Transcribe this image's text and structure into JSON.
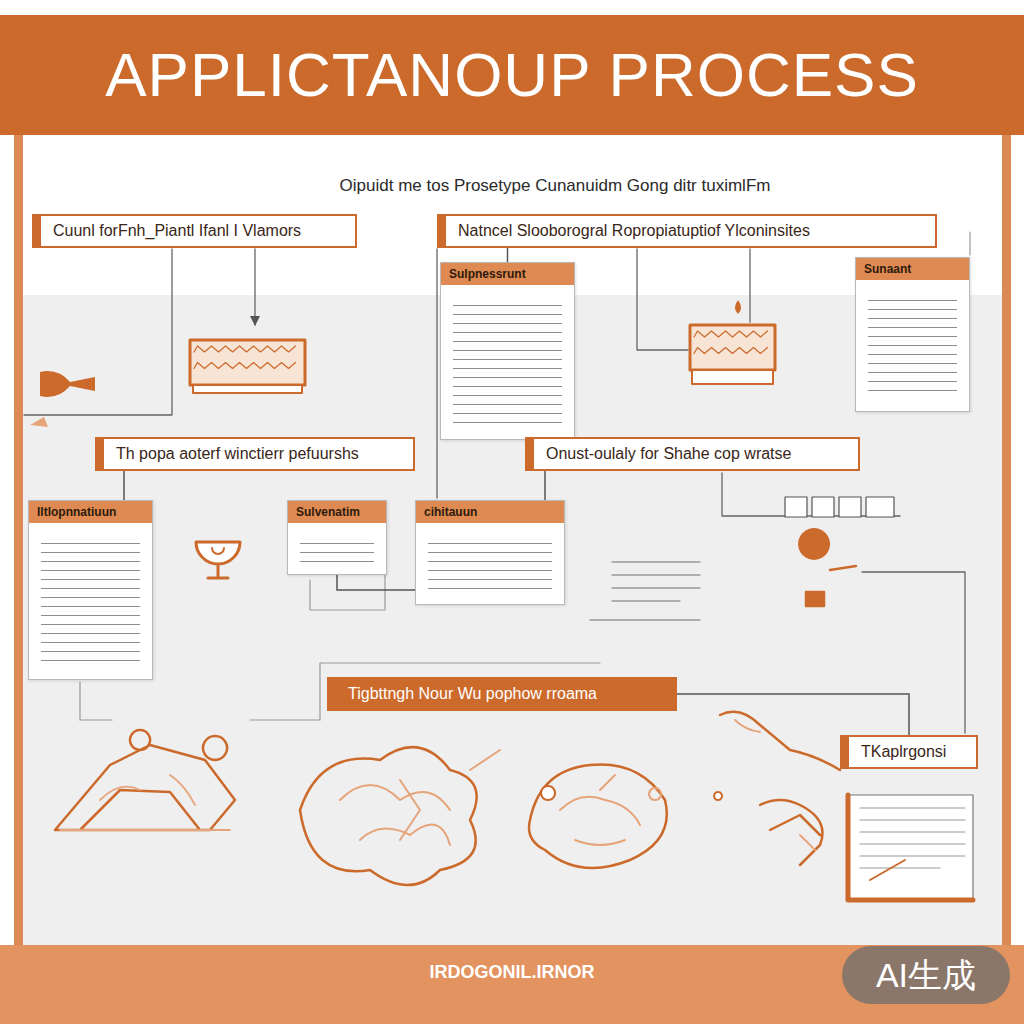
{
  "diagram": {
    "title": "APPLICTANOUP PROCESS",
    "nodes": [
      {
        "text": [
          "Cuunl forFnh_Piantl Ifanl I Vlamors"
        ]
      },
      {
        "text": [
          "Natncel Slooborogral Ropropiatuptiof Ylconinsites"
        ]
      },
      {
        "text": [
          "Sulpnessrunt"
        ]
      },
      {
        "text": [
          "Sunaant"
        ]
      },
      {
        "text": [
          "Th popa aoterf winctierr pefuurshs"
        ]
      },
      {
        "text": [
          "Onust-oulaly for Shahe cop wratse"
        ]
      },
      {
        "text": [
          "Iltlopnnatiuun"
        ]
      },
      {
        "text": [
          "Sulvenatim"
        ]
      },
      {
        "text": [
          "cihitauun"
        ]
      },
      {
        "text": [
          "Tigbttngh Nour Wu pophow rroama"
        ]
      },
      {
        "text": [
          "TKaplrgonsi"
        ]
      }
    ],
    "edges": [
      {
        "from": 1,
        "to": 2,
        "arrow": "none"
      },
      {
        "from": 4,
        "to": 6,
        "arrow": "none"
      },
      {
        "from": 5,
        "to": 8,
        "arrow": "none"
      },
      {
        "from": 7,
        "to": 8,
        "arrow": "none"
      },
      {
        "from": 9,
        "to": 10,
        "arrow": "none"
      }
    ],
    "labels": [
      "Oipuidt me tos Prosetype Cunanuidm Gong ditr tuximlFm",
      "IRDOGONIL.IRNOR",
      "AI生成"
    ]
  }
}
